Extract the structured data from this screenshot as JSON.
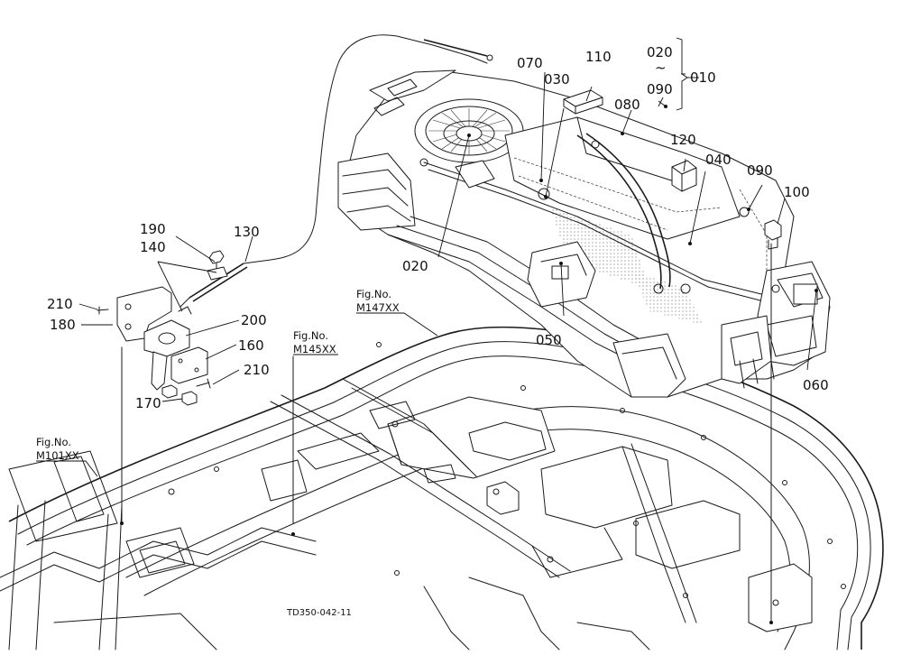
{
  "labels": {
    "p010": "010",
    "p020_top": "020",
    "tilde": "~",
    "p090_top": "090",
    "p020": "020",
    "p030": "030",
    "p040": "040",
    "p050": "050",
    "p060": "060",
    "p070": "070",
    "p080": "080",
    "p090": "090",
    "p100": "100",
    "p110": "110",
    "p120": "120",
    "p130": "130",
    "p140": "140",
    "p160": "160",
    "p170": "170",
    "p180": "180",
    "p190": "190",
    "p200": "200",
    "p210_a": "210",
    "p210_b": "210"
  },
  "fig_refs": [
    {
      "title": "Fig.No.",
      "code": "M147XX"
    },
    {
      "title": "Fig.No.",
      "code": "M145XX"
    },
    {
      "title": "Fig.No.",
      "code": "M101XX"
    }
  ],
  "drawing_code": "TD350-042-11",
  "colors": {
    "line": "#1a1a1a",
    "background": "#ffffff"
  }
}
